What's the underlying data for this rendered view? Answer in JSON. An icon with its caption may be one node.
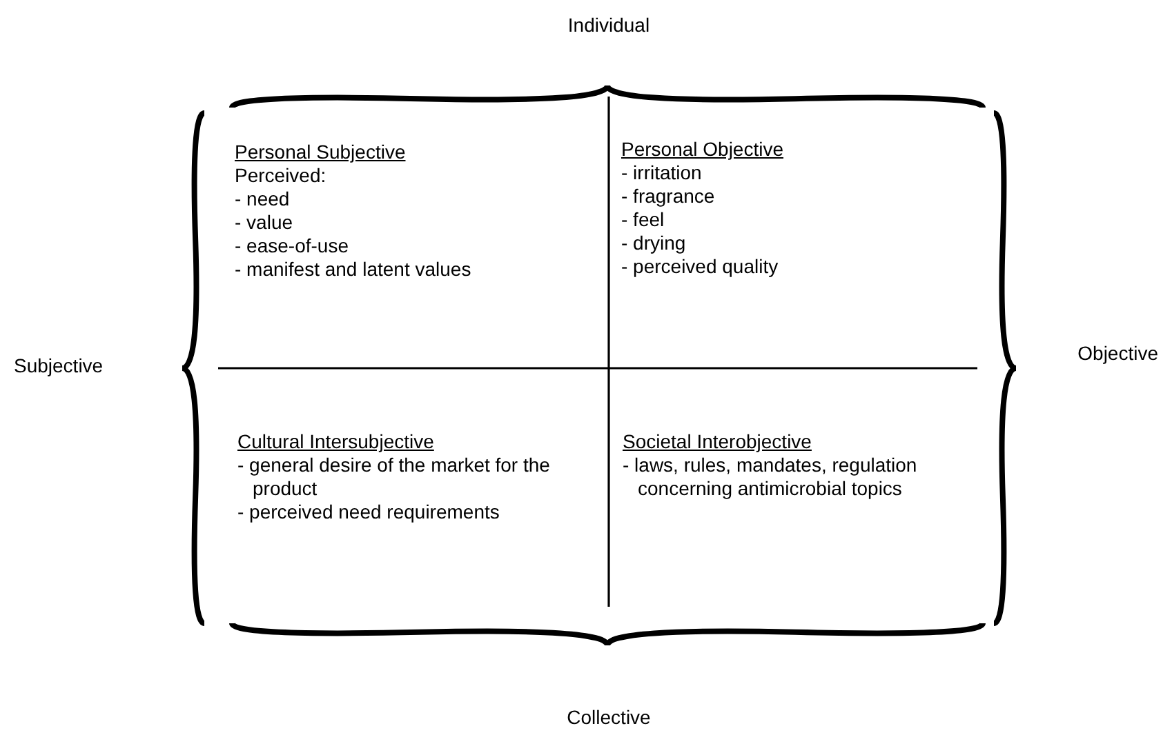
{
  "diagram": {
    "nodes": [
      {
        "text": [
          "Personal Subjective",
          "Perceived:",
          "- need",
          "- value",
          "- ease-of-use",
          "- manifest and latent values"
        ]
      },
      {
        "text": [
          "Personal Objective",
          "- irritation",
          "- fragrance",
          "- feel",
          "- drying",
          "- perceived quality"
        ]
      },
      {
        "text": [
          "Cultural Intersubjective",
          "- general desire of the market for the product",
          "- perceived need requirements"
        ]
      },
      {
        "text": [
          "Societal Interobjective",
          "- laws, rules, mandates, regulation concerning antimicrobial topics"
        ]
      }
    ],
    "labels": [
      "Individual",
      "Subjective",
      "Objective",
      "Collective"
    ]
  }
}
